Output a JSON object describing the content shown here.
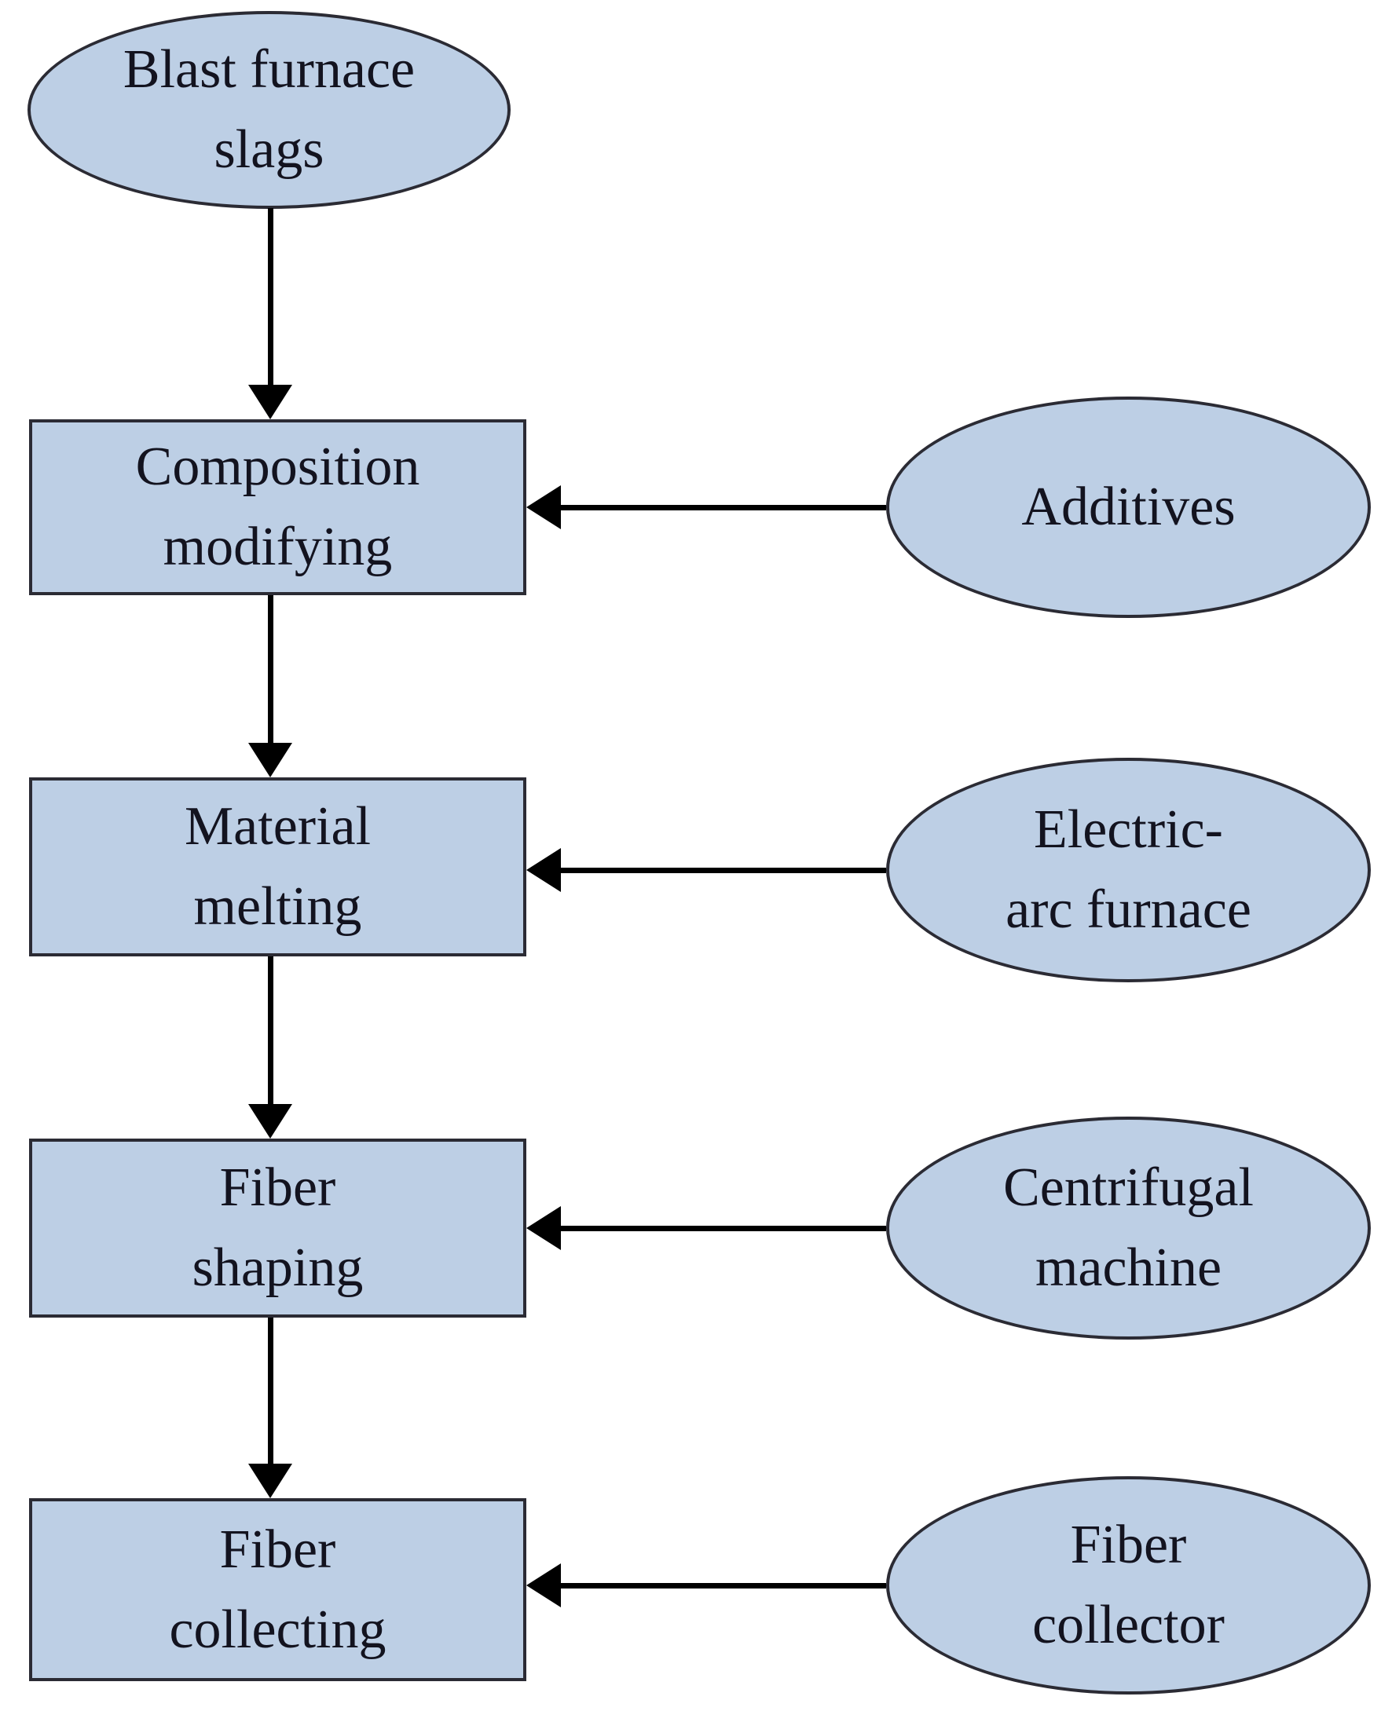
{
  "colors": {
    "node-fill": "#bdcfe5",
    "node-stroke": "#2b2b34",
    "text-color": "#13131f",
    "arrow-color": "#000000",
    "background": "#ffffff"
  },
  "nodes": {
    "blast": {
      "line1": "Blast furnace",
      "line2": "slags"
    },
    "composition": {
      "line1": "Composition",
      "line2": "modifying"
    },
    "additives": {
      "line1": "Additives"
    },
    "material": {
      "line1": "Material",
      "line2": "melting"
    },
    "electric": {
      "line1": "Electric-",
      "line2": "arc furnace"
    },
    "shaping": {
      "line1": "Fiber",
      "line2": "shaping"
    },
    "centrifugal": {
      "line1": "Centrifugal",
      "line2": "machine"
    },
    "collecting": {
      "line1": "Fiber",
      "line2": "collecting"
    },
    "collector": {
      "line1": "Fiber",
      "line2": "collector"
    }
  },
  "edges": [
    {
      "from": "Blast furnace slags",
      "to": "Composition modifying",
      "type": "flow"
    },
    {
      "from": "Additives",
      "to": "Composition modifying",
      "type": "input"
    },
    {
      "from": "Composition modifying",
      "to": "Material melting",
      "type": "flow"
    },
    {
      "from": "Electric-arc furnace",
      "to": "Material melting",
      "type": "input"
    },
    {
      "from": "Material melting",
      "to": "Fiber shaping",
      "type": "flow"
    },
    {
      "from": "Centrifugal machine",
      "to": "Fiber shaping",
      "type": "input"
    },
    {
      "from": "Fiber shaping",
      "to": "Fiber collecting",
      "type": "flow"
    },
    {
      "from": "Fiber collector",
      "to": "Fiber collecting",
      "type": "input"
    }
  ]
}
